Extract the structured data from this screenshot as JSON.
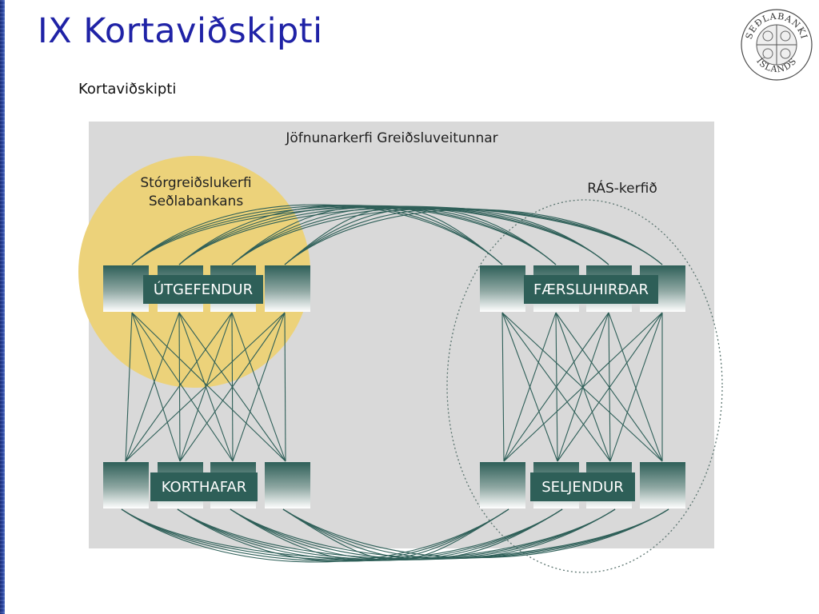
{
  "page": {
    "title": "IX Kortaviðskipti",
    "subtitle": "Kortaviðskipti"
  },
  "logo": {
    "seal_top_text": "SEÐLABANKI",
    "seal_bottom_text": "ÍSLANDS"
  },
  "diagram": {
    "outer_label": "Jöfnunarkerfi Greiðsluveitunnar",
    "circle_label_1": "Stórgreiðslukerfi",
    "circle_label_2": "Seðlabankans",
    "ras_label": "RÁS-kerfið",
    "group_issuers": "ÚTGEFENDUR",
    "group_cardholders": "KORTHAFAR",
    "group_acquirers": "FÆRSLUHIRÐAR",
    "group_merchants": "SELJENDUR"
  },
  "colors": {
    "title": "#1f22a6",
    "panel": "#d9d9d9",
    "circle": "#ecd27a",
    "line": "#2e5f58",
    "box": "#2e5f58"
  }
}
